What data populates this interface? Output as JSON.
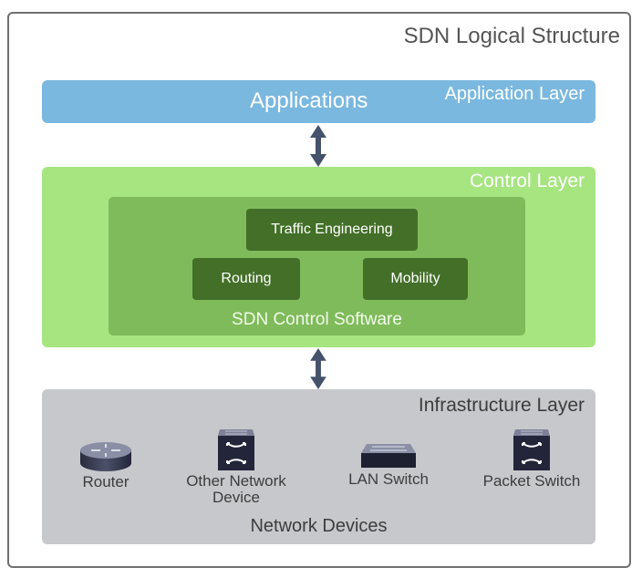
{
  "title": "SDN Logical Structure",
  "application_layer": {
    "label": "Application Layer",
    "content": "Applications",
    "color": "#7ab8df"
  },
  "control_layer": {
    "label": "Control Layer",
    "color": "#a6e580",
    "software": {
      "label": "SDN Control Software",
      "color": "#7fbb5a",
      "modules": [
        {
          "label": "Traffic Engineering"
        },
        {
          "label": "Routing"
        },
        {
          "label": "Mobility"
        }
      ],
      "module_color": "#436f28"
    }
  },
  "infrastructure_layer": {
    "label": "Infrastructure Layer",
    "caption": "Network Devices",
    "color": "#c7c8cc",
    "devices": [
      {
        "label": "Router",
        "icon": "router-icon"
      },
      {
        "label": "Other Network Device",
        "icon": "network-device-icon"
      },
      {
        "label": "LAN Switch",
        "icon": "lan-switch-icon"
      },
      {
        "label": "Packet Switch",
        "icon": "packet-switch-icon"
      }
    ]
  },
  "connectors": [
    {
      "from": "Application Layer",
      "to": "Control Layer",
      "icon": "bidirectional-arrow-icon"
    },
    {
      "from": "Control Layer",
      "to": "Infrastructure Layer",
      "icon": "bidirectional-arrow-icon"
    }
  ],
  "arrow_color": "#45526b"
}
